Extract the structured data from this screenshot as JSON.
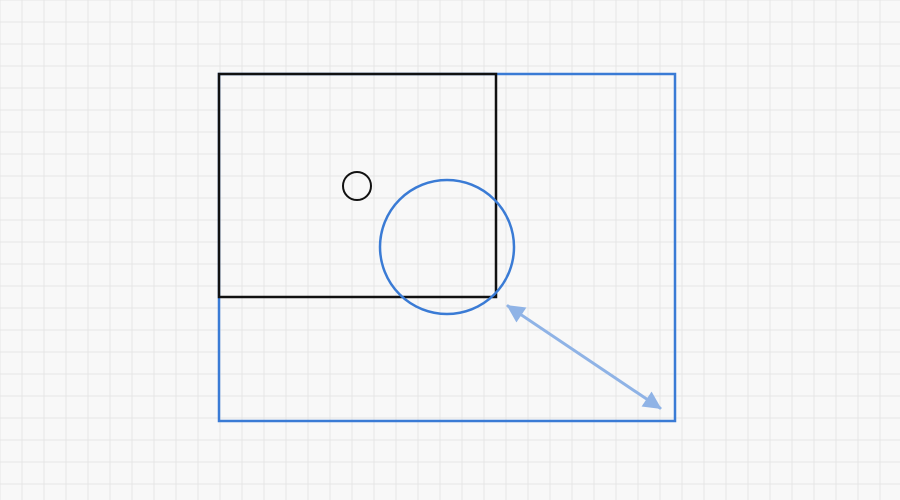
{
  "canvas": {
    "background": "#f8f8f8",
    "grid_color": "#e6e6e6"
  },
  "diagram": {
    "stroke_colors": {
      "original": "#111111",
      "transformed": "#3a7bd5",
      "arrow": "#8fb3e6"
    },
    "elements": [
      {
        "name": "original-rectangle",
        "kind": "rectangle",
        "color_key": "original"
      },
      {
        "name": "original-small-circle",
        "kind": "circle",
        "color_key": "original"
      },
      {
        "name": "scaled-rectangle",
        "kind": "rectangle",
        "color_key": "transformed"
      },
      {
        "name": "scaled-circle",
        "kind": "circle",
        "color_key": "transformed"
      },
      {
        "name": "scale-arrow",
        "kind": "double-arrow",
        "color_key": "arrow"
      }
    ]
  }
}
